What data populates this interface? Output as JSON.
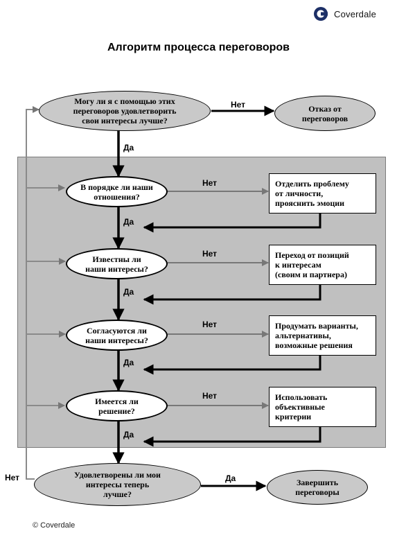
{
  "header": {
    "logo_text": "Coverdale",
    "title": "Алгоритм процесса переговоров"
  },
  "nodes": {
    "start": "Могу ли я с помощью этих\nпереговоров удовлетворить\nсвои интересы лучше?",
    "refuse": "Отказ от\nпереговоров",
    "q1": "В порядке ли наши\nотношения?",
    "a1": "Отделить проблему\nот личности,\nпрояснить эмоции",
    "q2": "Известны ли\nнаши интересы?",
    "a2": "Переход от позиций\nк интересам\n(своим и партнера)",
    "q3": "Согласуются ли\nнаши интересы?",
    "a3": "Продумать варианты,\nальтернативы,\nвозможные решения",
    "q4": "Имеется ли\nрешение?",
    "a4": "Использовать\nобъективные\nкритерии",
    "end_q": "Удовлетворены ли мои\nинтересы теперь\nлучше?",
    "finish": "Завершить\nпереговоры"
  },
  "labels": {
    "no": "Нет",
    "yes": "Да"
  },
  "footer": {
    "copyright": "© Coverdale"
  }
}
